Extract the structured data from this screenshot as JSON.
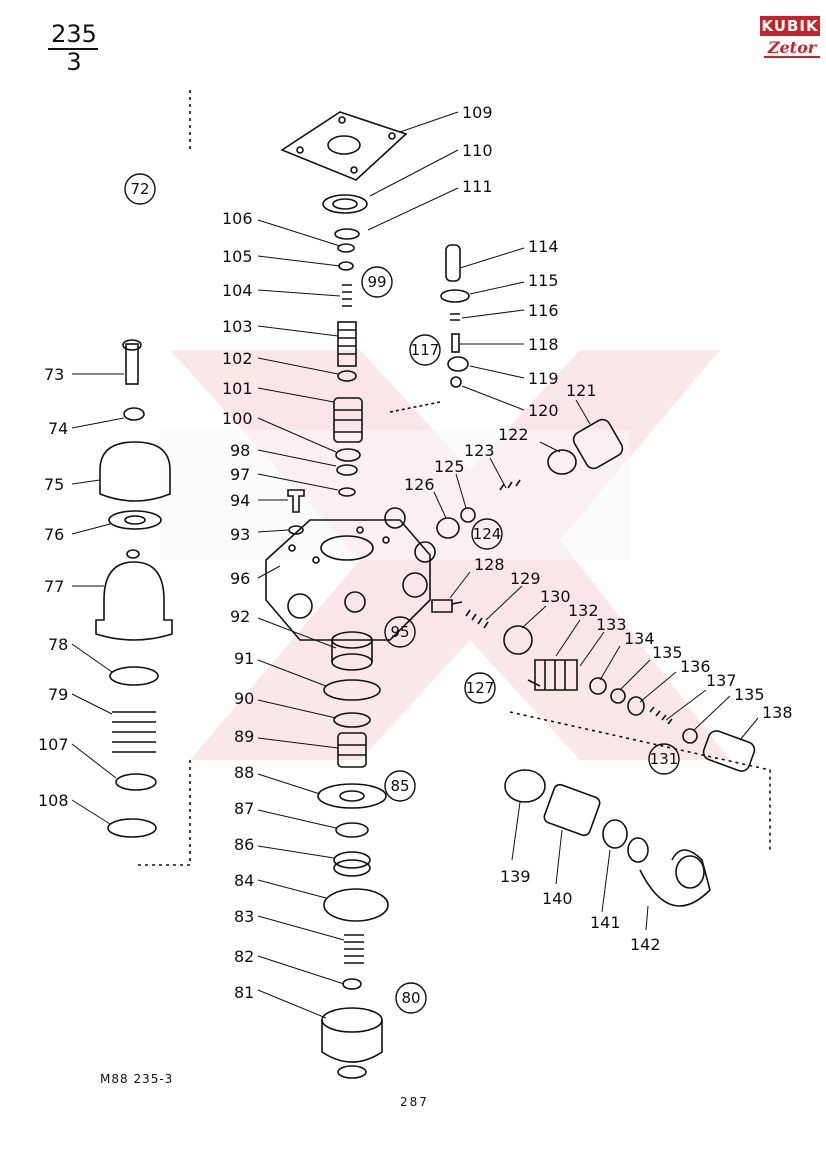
{
  "header": {
    "number": "235",
    "sub": "3"
  },
  "logo": {
    "brand": "KUBIK",
    "sub": "Zetor"
  },
  "footer": {
    "code": "M88  235-3",
    "page": "287"
  },
  "callouts": [
    {
      "id": "109",
      "text": "109"
    },
    {
      "id": "110",
      "text": "110"
    },
    {
      "id": "111",
      "text": "111"
    },
    {
      "id": "106",
      "text": "106"
    },
    {
      "id": "105",
      "text": "105"
    },
    {
      "id": "104",
      "text": "104"
    },
    {
      "id": "103",
      "text": "103"
    },
    {
      "id": "102",
      "text": "102"
    },
    {
      "id": "101",
      "text": "101"
    },
    {
      "id": "100",
      "text": "100"
    },
    {
      "id": "98",
      "text": "98"
    },
    {
      "id": "97",
      "text": "97"
    },
    {
      "id": "94",
      "text": "94"
    },
    {
      "id": "93",
      "text": "93"
    },
    {
      "id": "96",
      "text": "96"
    },
    {
      "id": "92",
      "text": "92"
    },
    {
      "id": "91",
      "text": "91"
    },
    {
      "id": "90",
      "text": "90"
    },
    {
      "id": "89",
      "text": "89"
    },
    {
      "id": "88",
      "text": "88"
    },
    {
      "id": "87",
      "text": "87"
    },
    {
      "id": "86",
      "text": "86"
    },
    {
      "id": "84",
      "text": "84"
    },
    {
      "id": "83",
      "text": "83"
    },
    {
      "id": "82",
      "text": "82"
    },
    {
      "id": "81",
      "text": "81"
    },
    {
      "id": "73",
      "text": "73"
    },
    {
      "id": "74",
      "text": "74"
    },
    {
      "id": "75",
      "text": "75"
    },
    {
      "id": "76",
      "text": "76"
    },
    {
      "id": "77",
      "text": "77"
    },
    {
      "id": "78",
      "text": "78"
    },
    {
      "id": "79",
      "text": "79"
    },
    {
      "id": "107",
      "text": "107"
    },
    {
      "id": "108",
      "text": "108"
    },
    {
      "id": "114",
      "text": "114"
    },
    {
      "id": "115",
      "text": "115"
    },
    {
      "id": "116",
      "text": "116"
    },
    {
      "id": "118",
      "text": "118"
    },
    {
      "id": "119",
      "text": "119"
    },
    {
      "id": "120",
      "text": "120"
    },
    {
      "id": "121",
      "text": "121"
    },
    {
      "id": "122",
      "text": "122"
    },
    {
      "id": "123",
      "text": "123"
    },
    {
      "id": "125",
      "text": "125"
    },
    {
      "id": "126",
      "text": "126"
    },
    {
      "id": "128",
      "text": "128"
    },
    {
      "id": "129",
      "text": "129"
    },
    {
      "id": "130",
      "text": "130"
    },
    {
      "id": "132",
      "text": "132"
    },
    {
      "id": "133",
      "text": "133"
    },
    {
      "id": "134",
      "text": "134"
    },
    {
      "id": "135a",
      "text": "135"
    },
    {
      "id": "136",
      "text": "136"
    },
    {
      "id": "137",
      "text": "137"
    },
    {
      "id": "135b",
      "text": "135"
    },
    {
      "id": "138",
      "text": "138"
    },
    {
      "id": "139",
      "text": "139"
    },
    {
      "id": "140",
      "text": "140"
    },
    {
      "id": "141",
      "text": "141"
    },
    {
      "id": "142",
      "text": "142"
    }
  ],
  "groups": [
    {
      "id": "72",
      "text": "72"
    },
    {
      "id": "99",
      "text": "99"
    },
    {
      "id": "117",
      "text": "117"
    },
    {
      "id": "124",
      "text": "124"
    },
    {
      "id": "95",
      "text": "95"
    },
    {
      "id": "127",
      "text": "127"
    },
    {
      "id": "85",
      "text": "85"
    },
    {
      "id": "131",
      "text": "131"
    },
    {
      "id": "80",
      "text": "80"
    }
  ],
  "colors": {
    "ink": "#111111",
    "watermark": "#f3c8cb",
    "brand": "#c8232c"
  }
}
